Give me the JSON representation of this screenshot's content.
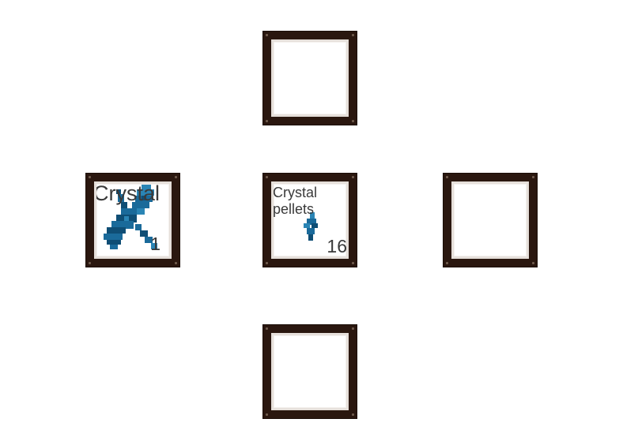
{
  "slots": {
    "top": {
      "item": null
    },
    "left": {
      "item": {
        "name": "Crystal",
        "count": "1",
        "icon": "crystal-icon",
        "color": "#1a6a9a"
      }
    },
    "center": {
      "item": {
        "name": "Crystal\npellets",
        "count": "16",
        "icon": "crystal-pellets-icon",
        "color": "#1a6a9a"
      }
    },
    "right": {
      "item": null
    },
    "bottom": {
      "item": null
    }
  },
  "colors": {
    "frame": "#2a170f",
    "rivet": "#6e5a4c",
    "slot_bg": "#ffffff",
    "crystal_light": "#2a85b5",
    "crystal_mid": "#1a6a9a",
    "crystal_dark": "#0f4e75"
  }
}
